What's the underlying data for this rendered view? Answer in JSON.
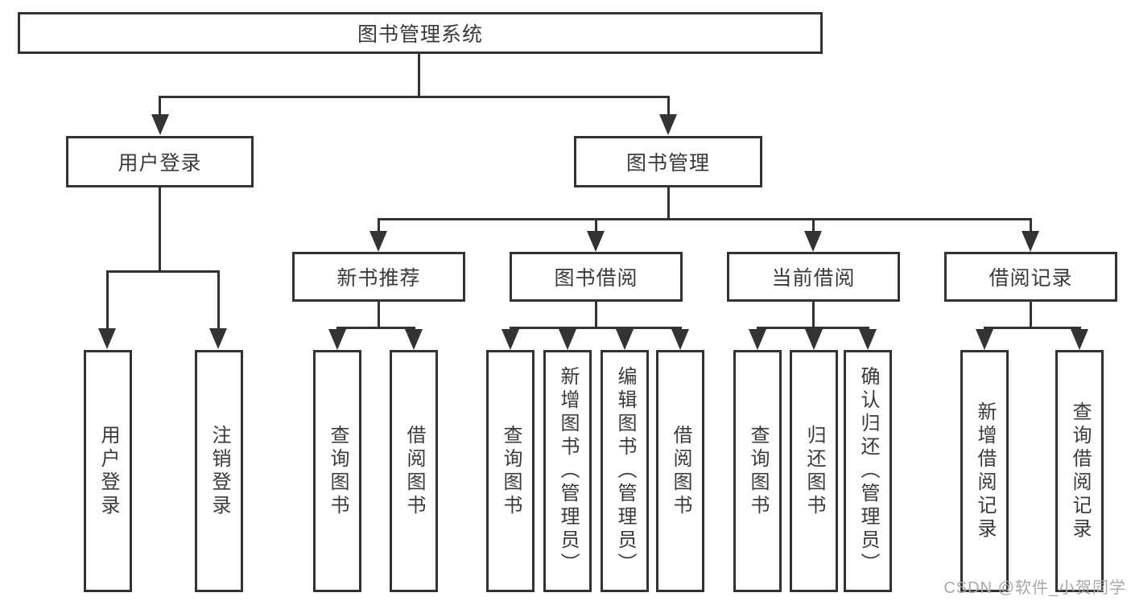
{
  "diagram": {
    "root": "图书管理系统",
    "branches": [
      {
        "label": "用户登录",
        "children": [
          {
            "label": "用户登录"
          },
          {
            "label": "注销登录"
          }
        ]
      },
      {
        "label": "图书管理",
        "children": [
          {
            "label": "新书推荐",
            "children": [
              {
                "label": "查询图书"
              },
              {
                "label": "借阅图书"
              }
            ]
          },
          {
            "label": "图书借阅",
            "children": [
              {
                "label": "查询图书"
              },
              {
                "label": "新增图书（管理员）"
              },
              {
                "label": "编辑图书（管理员）"
              },
              {
                "label": "借阅图书"
              }
            ]
          },
          {
            "label": "当前借阅",
            "children": [
              {
                "label": "查询图书"
              },
              {
                "label": "归还图书"
              },
              {
                "label": "确认归还（管理员）"
              }
            ]
          },
          {
            "label": "借阅记录",
            "children": [
              {
                "label": "新增借阅记录"
              },
              {
                "label": "查询借阅记录"
              }
            ]
          }
        ]
      }
    ]
  },
  "watermark": {
    "text": "CSDN @软件_小贺同学"
  },
  "colors": {
    "line": "#333333",
    "text": "#3a3a3a",
    "watermark": "#a8a8a8",
    "background": "#ffffff"
  }
}
